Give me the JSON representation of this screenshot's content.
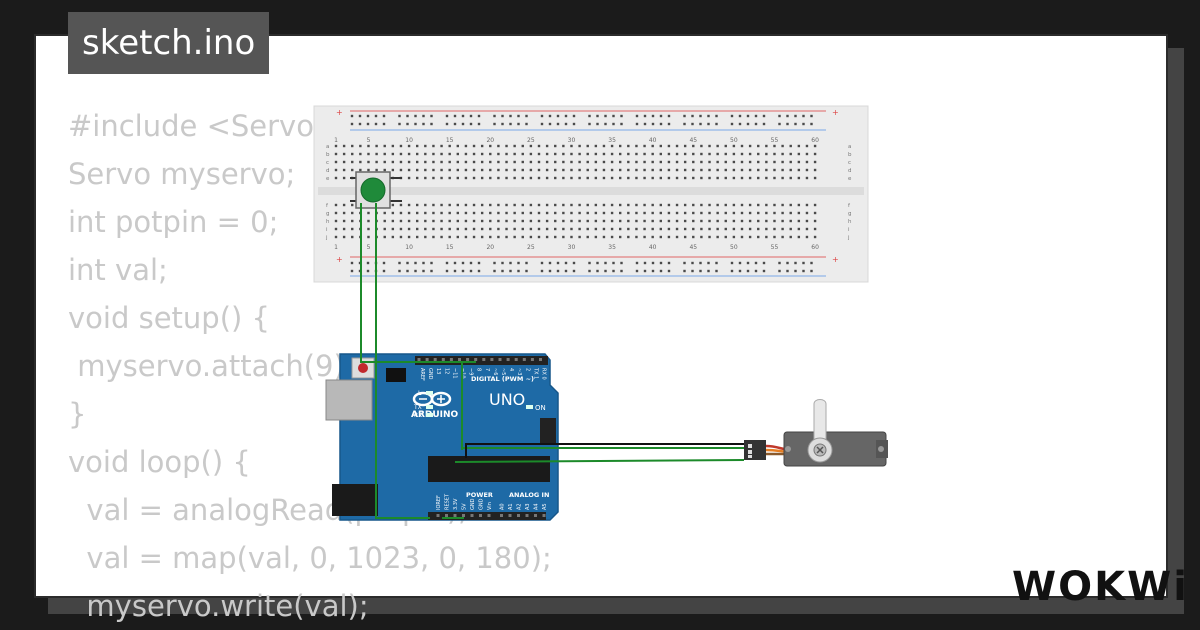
{
  "title": "sketch.ino",
  "code_lines": [
    "#include <Servo.h>",
    "Servo myservo;",
    "int potpin = 0;",
    "int val;",
    "void setup() {",
    " myservo.attach(9);",
    "}",
    "void loop() {",
    "  val = analogRead(potpin);",
    "  val = map(val, 0, 1023, 0, 180);",
    "  myservo.write(val);"
  ],
  "breadboard": {
    "col_numbers": [
      "1",
      "5",
      "10",
      "15",
      "20",
      "25",
      "30",
      "35",
      "40",
      "45",
      "50",
      "55",
      "60"
    ],
    "row_letters_top": [
      "a",
      "b",
      "c",
      "d",
      "e"
    ],
    "row_letters_bottom": [
      "f",
      "g",
      "h",
      "i",
      "j"
    ],
    "rail_plus": "+",
    "rail_minus": "−"
  },
  "arduino": {
    "brand": "ARDUINO",
    "model": "UNO",
    "digital_label": "DIGITAL (PWM ~)",
    "power_label": "POWER",
    "analog_label": "ANALOG IN",
    "on_label": "ON",
    "l_label": "L",
    "tx_label": "TX",
    "rx_label": "RX",
    "top_pins": [
      "AREF",
      "GND",
      "13",
      "12",
      "~11",
      "~10",
      "~9",
      "8",
      "7",
      "~6",
      "~5",
      "4",
      "~3",
      "2",
      "TX 1",
      "RX 0"
    ],
    "bottom_pins": [
      "IOREF",
      "RESET",
      "3.3V",
      "5V",
      "GND",
      "GND",
      "Vin",
      "A0",
      "A1",
      "A2",
      "A3",
      "A4",
      "A5"
    ]
  },
  "logo": "WOKWi",
  "colors": {
    "wire_green": "#1c8a2a",
    "wire_black": "#111111",
    "board_blue": "#1e6aa6",
    "button_green": "#1f8a3a"
  }
}
